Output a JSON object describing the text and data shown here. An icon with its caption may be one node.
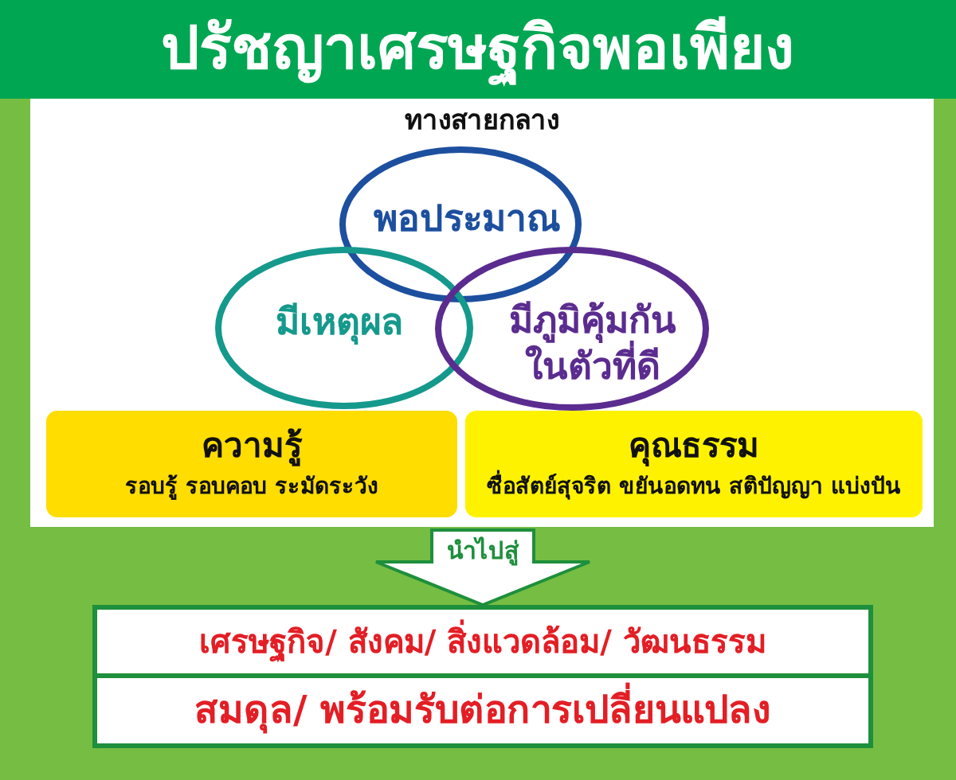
{
  "diagram": {
    "title": "ปรัชญาเศรษฐกิจพอเพียง",
    "nodes": [
      {
        "text": [
          "ทางสายกลาง"
        ]
      },
      {
        "text": [
          "พอประมาณ"
        ],
        "in": 0
      },
      {
        "text": [
          "มีเหตุผล"
        ],
        "in": 0
      },
      {
        "text": [
          "มีภูมิคุ้มกัน ในตัวที่ดี"
        ],
        "in": 0
      },
      {
        "text": [
          "ความรู้",
          "รอบรู้ รอบคอบ ระมัดระวัง"
        ],
        "in": 0
      },
      {
        "text": [
          "คุณธรรม",
          "ซื่อสัตย์สุจริต ขยันอดทน สติปัญญา แบ่งปัน"
        ],
        "in": 0
      },
      {
        "text": [
          "เศรษฐกิจ/ สังคม/ สิ่งแวดล้อม/ วัฒนธรรม"
        ]
      },
      {
        "text": [
          "สมดุล/ พร้อมรับต่อการเปลี่ยนแปลง"
        ]
      }
    ],
    "edges": [
      {
        "from": 0,
        "to": 6,
        "arrow": "to",
        "label": "นำไปสู่"
      }
    ]
  }
}
